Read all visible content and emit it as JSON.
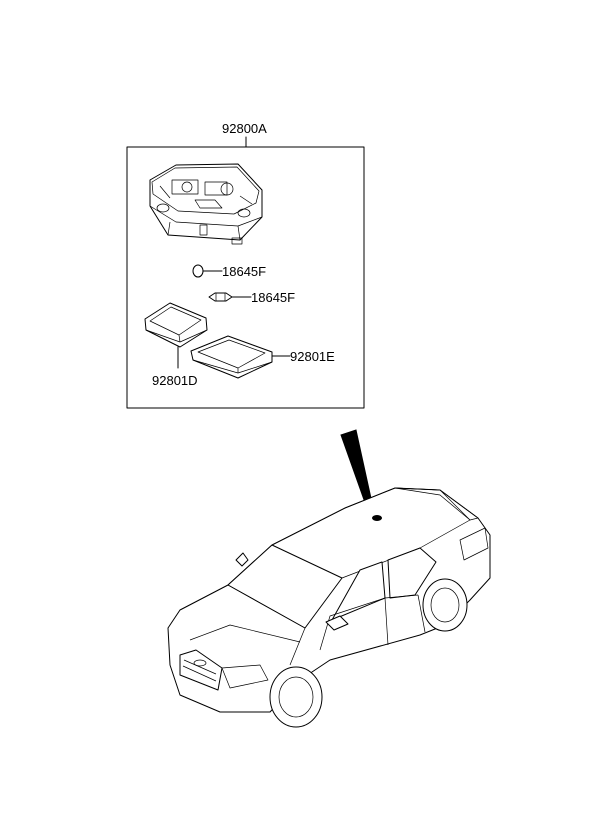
{
  "assembly": {
    "part_number": "92800A"
  },
  "parts": [
    {
      "part_number": "18645F"
    },
    {
      "part_number": "18645F"
    },
    {
      "part_number": "92801E"
    },
    {
      "part_number": "92801D"
    }
  ]
}
